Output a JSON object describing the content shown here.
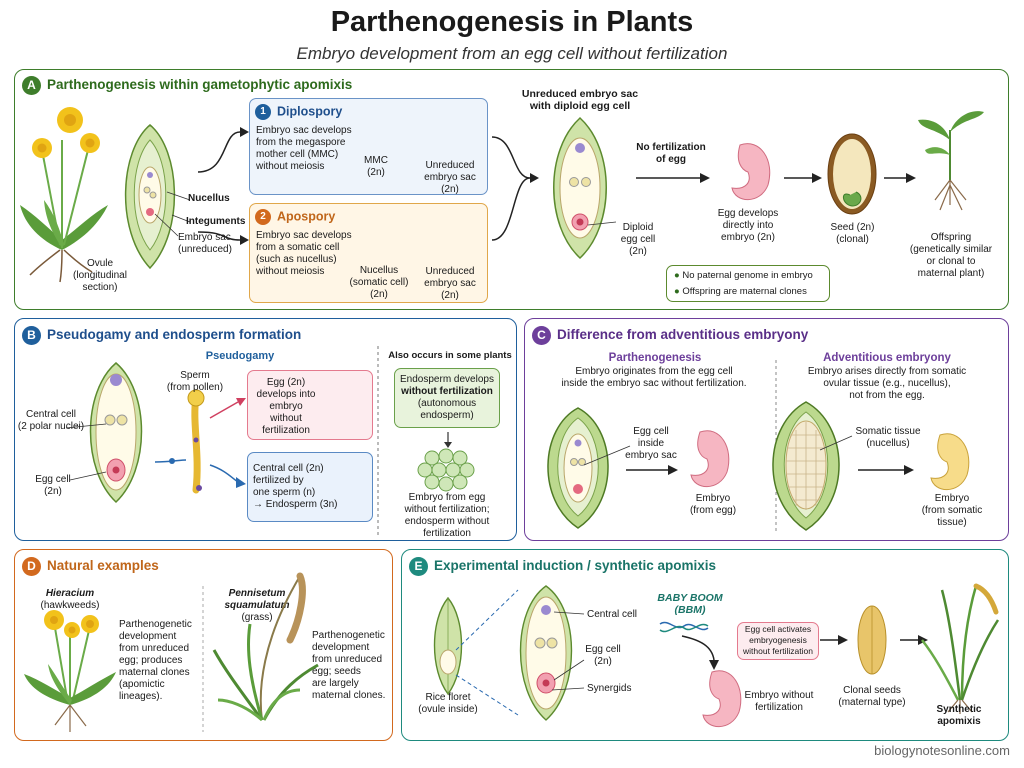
{
  "title": "Parthenogenesis in Plants",
  "subtitle": "Embryo development from an egg cell without fertilization",
  "footer": "biologynotesonline.com",
  "colors": {
    "panelA": "#3e7d2b",
    "panelB": "#1f5f9c",
    "panelC": "#6d3f9b",
    "panelD": "#d2691e",
    "panelE": "#1e8a7e"
  },
  "panelA": {
    "badge": "A",
    "title": "Parthenogenesis within gametophytic apomixis",
    "ovule_caption": "Ovule\n(longitudinal\nsection)",
    "lbl_nucellus": "Nucellus",
    "lbl_integuments": "Integuments",
    "lbl_embryo_sac": "Embryo sac\n(unreduced)",
    "diplospory": {
      "num": "1",
      "title": "Diplospory",
      "text": "Embryo sac develops\nfrom the megaspore\nmother cell (MMC)\nwithout meiosis",
      "mmc": "MMC\n(2n)",
      "sac": "Unreduced\nembryo sac\n(2n)"
    },
    "apospory": {
      "num": "2",
      "title": "Apospory",
      "text": "Embryo sac develops\nfrom a somatic cell\n(such as nucellus)\nwithout meiosis",
      "nucellus": "Nucellus\n(somatic cell)\n(2n)",
      "sac": "Unreduced\nembryo sac\n(2n)"
    },
    "unreduced_title": "Unreduced embryo sac\nwith diploid egg cell",
    "diploid_egg": "Diploid\negg cell\n(2n)",
    "no_fert": "No fertilization\nof egg",
    "egg_develops": "Egg develops\ndirectly into\nembryo (2n)",
    "seed": "Seed (2n)\n(clonal)",
    "offspring": "Offspring\n(genetically similar\nor clonal to\nmaternal plant)",
    "bullets": [
      "No paternal genome in embryo",
      "Offspring are maternal clones"
    ]
  },
  "panelB": {
    "badge": "B",
    "title": "Pseudogamy and endosperm formation",
    "pseudogamy": "Pseudogamy",
    "central_cell": "Central cell\n(2 polar nuclei)",
    "egg_cell": "Egg cell\n(2n)",
    "sperm": "Sperm\n(from pollen)",
    "egg_box": "Egg (2n)\ndevelops into\nembryo\nwithout\nfertilization",
    "central_box": "Central cell (2n)\nfertilized by\none sperm (n)\n→ Endosperm (3n)",
    "also": "Also occurs in some plants",
    "endo_box_1": "Endosperm develops",
    "endo_box_2": "without fertilization",
    "endo_box_3": "(autonomous\nendosperm)",
    "endo_caption": "Embryo from egg\nwithout fertilization;\nendosperm without\nfertilization"
  },
  "panelC": {
    "badge": "C",
    "title": "Difference from adventitious embryony",
    "parth_title": "Parthenogenesis",
    "parth_text": "Embryo originates from the egg cell\ninside the embryo sac without fertilization.",
    "egg_label": "Egg cell\ninside\nembryo sac",
    "embryo_egg": "Embryo\n(from egg)",
    "adv_title": "Adventitious embryony",
    "adv_text": "Embryo arises directly from somatic\novular tissue (e.g., nucellus),\nnot from the egg.",
    "somatic": "Somatic tissue\n(nucellus)",
    "embryo_somatic": "Embryo\n(from somatic\ntissue)"
  },
  "panelD": {
    "badge": "D",
    "title": "Natural examples",
    "ex1_name": "Hieracium",
    "ex1_common": "(hawkweeds)",
    "ex1_text": "Parthenogenetic\ndevelopment\nfrom unreduced\negg; produces\nmaternal clones\n(apomictic\nlineages).",
    "ex2_name": "Pennisetum\nsquamulatum",
    "ex2_common": "(grass)",
    "ex2_text": "Parthenogenetic\ndevelopment\nfrom unreduced\negg; seeds\nare largely\nmaternal clones."
  },
  "panelE": {
    "badge": "E",
    "title": "Experimental induction / synthetic apomixis",
    "rice": "Rice floret\n(ovule inside)",
    "central_cell": "Central cell",
    "egg_cell": "Egg cell\n(2n)",
    "synergids": "Synergids",
    "bbm": "BABY BOOM\n(BBM)",
    "activates": "Egg cell activates\nembryogenesis\nwithout fertilization",
    "embryo": "Embryo without\nfertilization",
    "clonal": "Clonal seeds\n(maternal type)",
    "synthetic": "Synthetic\napomixis"
  }
}
